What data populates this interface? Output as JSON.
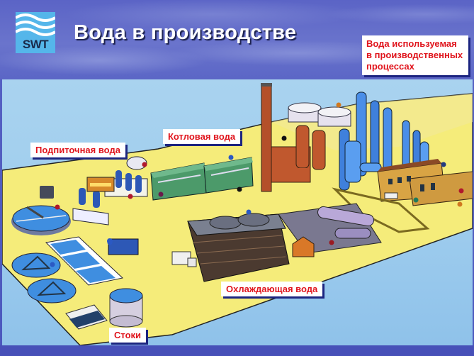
{
  "header": {
    "logo_text": "SWT",
    "title": "Вода в производстве"
  },
  "labels": {
    "process_water": "Вода используемая в производственных процессах",
    "boiler_water": "Котловая вода",
    "makeup_water": "Подпиточная вода",
    "cooling_water": "Охлаждающая вода",
    "wastewater": "Стоки"
  },
  "colors": {
    "label_text": "#e0141c",
    "label_bg": "#ffffff",
    "label_shadow": "#1c2580",
    "sky": "#5b64c6",
    "ground": "#f5ec7a",
    "water_bg": "#9fcdee",
    "logo_bg": "#55b6ea"
  },
  "illustration": {
    "description": "Isometric industrial plant: water treatment clarifiers and filter basins, boiler houses, chimney, process columns, storage tanks, cooling tower, heat exchangers, wastewater tank, buildings"
  }
}
